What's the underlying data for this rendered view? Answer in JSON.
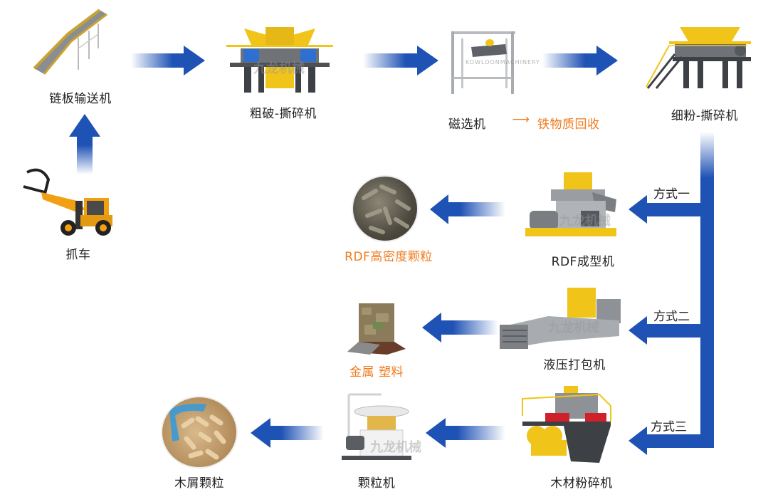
{
  "title": "Waste recycling process flow",
  "colors": {
    "arrow_blue": "#1f52b5",
    "highlight_orange": "#f07b1e",
    "text": "#222222",
    "machine_yellow": "#f0c419",
    "machine_gray": "#6f7378"
  },
  "brand_watermark": {
    "cn": "九龙机械",
    "en": "KOWLOONMACHINERY"
  },
  "nodes": {
    "grab_truck": {
      "label": "抓车",
      "icon": "wheel-loader-grab-icon"
    },
    "chain_conveyor": {
      "label": "链板输送机",
      "icon": "chain-conveyor-icon"
    },
    "coarse_shredder": {
      "label": "粗破-撕碎机",
      "icon": "twin-shaft-shredder-icon"
    },
    "magnetic_separator": {
      "label": "磁选机",
      "icon": "magnetic-separator-icon"
    },
    "iron_recovery": {
      "label": "铁物质回收"
    },
    "fine_shredder": {
      "label": "细粉-撕碎机",
      "icon": "shredder-with-stairs-icon"
    },
    "rdf_machine": {
      "label": "RDF成型机",
      "icon": "pellet-press-icon"
    },
    "rdf_pellets": {
      "label": "RDF高密度颗粒",
      "icon": "rdf-pellets-icon"
    },
    "baler": {
      "label": "液压打包机",
      "icon": "hydraulic-baler-icon"
    },
    "metal_plastic": {
      "label": "金属 塑料",
      "icon": "bale-block-icon"
    },
    "wood_crusher": {
      "label": "木材粉碎机",
      "icon": "wood-crusher-icon"
    },
    "pellet_mill": {
      "label": "颗粒机",
      "icon": "vertical-pellet-mill-icon"
    },
    "wood_pellets": {
      "label": "木屑颗粒",
      "icon": "wood-pellets-icon"
    }
  },
  "methods": [
    {
      "label": "方式一"
    },
    {
      "label": "方式二"
    },
    {
      "label": "方式三"
    }
  ],
  "inline_arrow": "⟶"
}
